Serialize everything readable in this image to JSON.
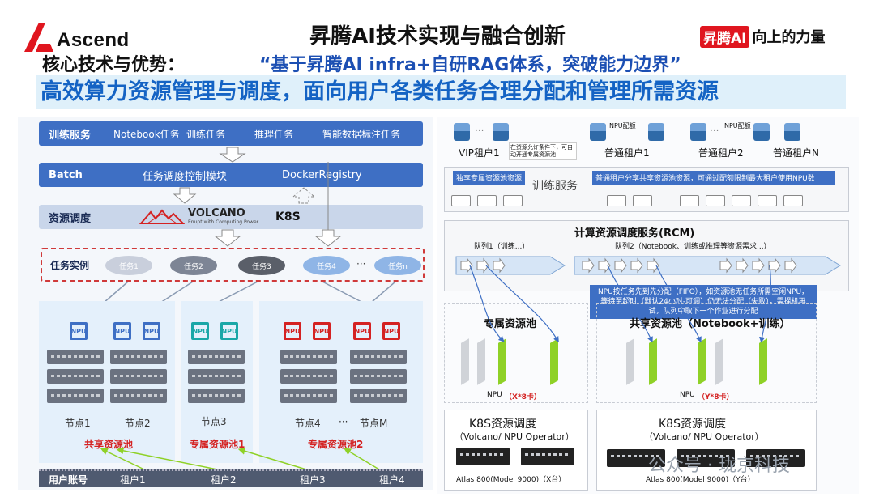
{
  "header": {
    "logo_text": "Ascend",
    "title": "昇腾AI技术实现与融合创新",
    "brand_box": "昇腾AI",
    "brand_slogan": "向上的力量",
    "core_label": "核心技术与优势：",
    "core_quote": "“基于昇腾AI infra+自研RAG体系，突破能力边界”",
    "headline": "高效算力资源管理与调度，面向用户各类任务合理分配和管理所需资源"
  },
  "left": {
    "training_service": {
      "title": "训练服务",
      "items": [
        "Notebook任务",
        "训练任务",
        "推理任务",
        "智能数据标注任务"
      ]
    },
    "batch": {
      "title": "Batch",
      "items": [
        "任务调度控制模块",
        "DockerRegistry"
      ]
    },
    "scheduling": {
      "title": "资源调度",
      "volcano": "VOLCANO",
      "volcano_sub": "Enupt with Computing Power",
      "k8s": "K8S"
    },
    "instances": {
      "title": "任务实例",
      "tasks": [
        "任务1",
        "任务2",
        "任务3",
        "任务4",
        "任务n"
      ],
      "ellipsis": "···"
    },
    "chip_label": "NPU",
    "nodes": [
      "节点1",
      "节点2",
      "节点3",
      "节点4",
      "节点M"
    ],
    "node_ellipsis": "···",
    "pools": [
      "共享资源池",
      "专属资源池1",
      "专属资源池2"
    ],
    "accounts": {
      "title": "用户账号",
      "tenants": [
        "租户1",
        "租户2",
        "租户3",
        "租户4"
      ]
    }
  },
  "right": {
    "tenants": [
      "VIP租户1",
      "普通租户1",
      "普通租户2",
      "普通租户N"
    ],
    "npu_quota": "NPU配额",
    "ellipsis": "···",
    "vip_note": "在资源允许条件下，可自动开通专属资源池",
    "training_service": "训练服务",
    "exclusive_tag": "独享专属资源池资源",
    "shared_tag": "普通租户分享共享资源池资源，可通过配额限制最大租户使用NPU数",
    "rcm_title": "计算资源调度服务(RCM)",
    "queue1": "队列1（训练...）",
    "queue2": "队列2（Notebook、训练或推理等资源需求...）",
    "fifo_note": "NPU按任务先到先分配（FIFO），如资源池无任务所需空闲NPU，等待至超时（默认24小时-可调）仍无法分配（失败），需择机再试，队列中取下一个作业进行分配",
    "exclusive_pool": "专属资源池",
    "shared_pool": "共享资源池（Notebook+训练）",
    "npu_x_prefix": "NPU",
    "npu_x": "（X*8卡）",
    "npu_y_prefix": "NPU",
    "npu_y": "（Y*8卡）",
    "k8s_title": "K8S资源调度",
    "k8s_sub": "（Volcano/ NPU Operator）",
    "atlas_x": "Atlas 800(Model 9000)（X台）",
    "atlas_y": "Atlas 800(Model 9000)（Y台）"
  },
  "watermark": "公众号 · 珑京科技",
  "colors": {
    "blue": "#3e6fc4",
    "red": "#d42222",
    "headline": "#1463c4",
    "green": "#8fd127",
    "cyan": "#1aa7a7"
  }
}
